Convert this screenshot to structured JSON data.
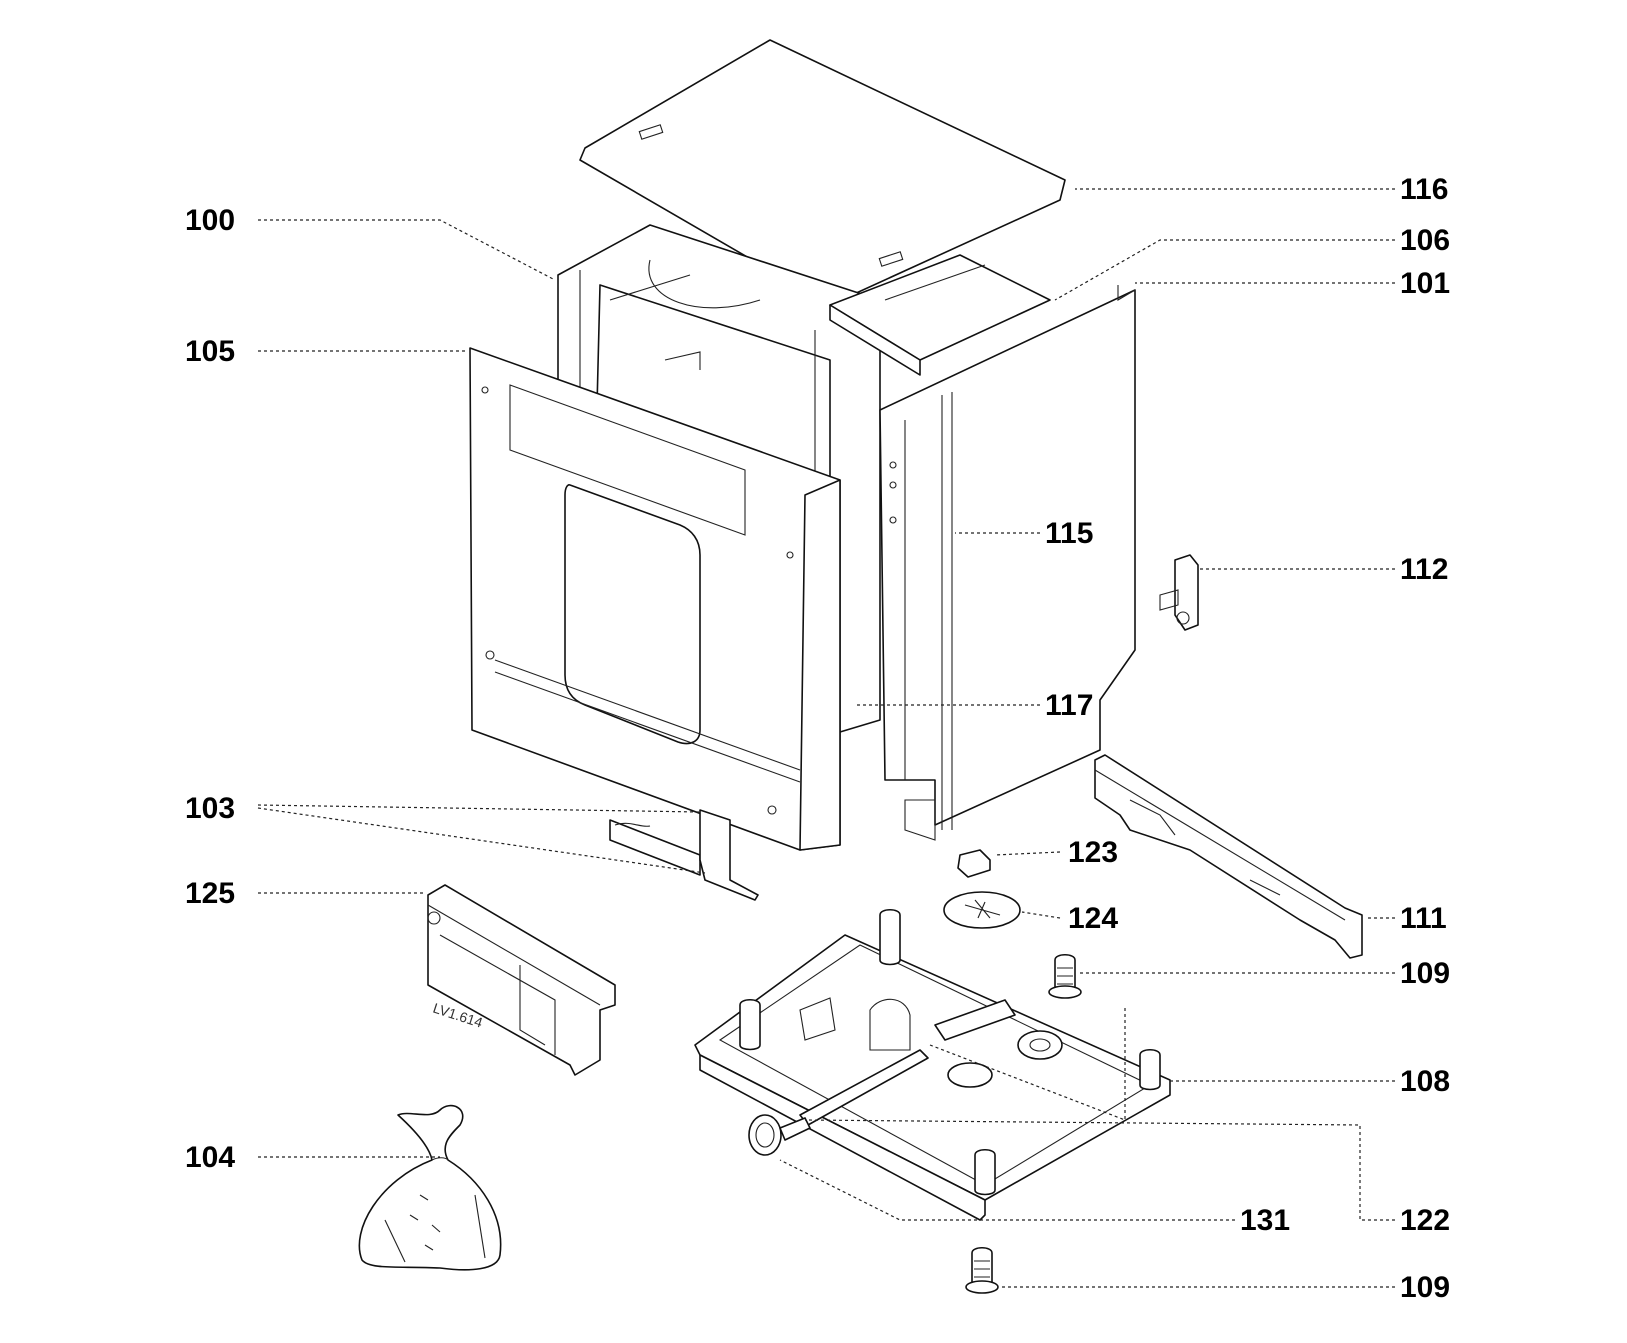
{
  "diagram": {
    "type": "exploded-parts-view",
    "part_labels": [
      {
        "id": "p116",
        "number": "116"
      },
      {
        "id": "p100",
        "number": "100"
      },
      {
        "id": "p106",
        "number": "106"
      },
      {
        "id": "p101",
        "number": "101"
      },
      {
        "id": "p105",
        "number": "105"
      },
      {
        "id": "p115",
        "number": "115"
      },
      {
        "id": "p112",
        "number": "112"
      },
      {
        "id": "p117",
        "number": "117"
      },
      {
        "id": "p103",
        "number": "103"
      },
      {
        "id": "p123",
        "number": "123"
      },
      {
        "id": "p125",
        "number": "125"
      },
      {
        "id": "p124",
        "number": "124"
      },
      {
        "id": "p111",
        "number": "111"
      },
      {
        "id": "p109a",
        "number": "109"
      },
      {
        "id": "p108",
        "number": "108"
      },
      {
        "id": "p104",
        "number": "104"
      },
      {
        "id": "p131",
        "number": "131"
      },
      {
        "id": "p122",
        "number": "122"
      },
      {
        "id": "p109b",
        "number": "109"
      }
    ],
    "part_markings": {
      "control_module_code": "LV1.614"
    }
  }
}
